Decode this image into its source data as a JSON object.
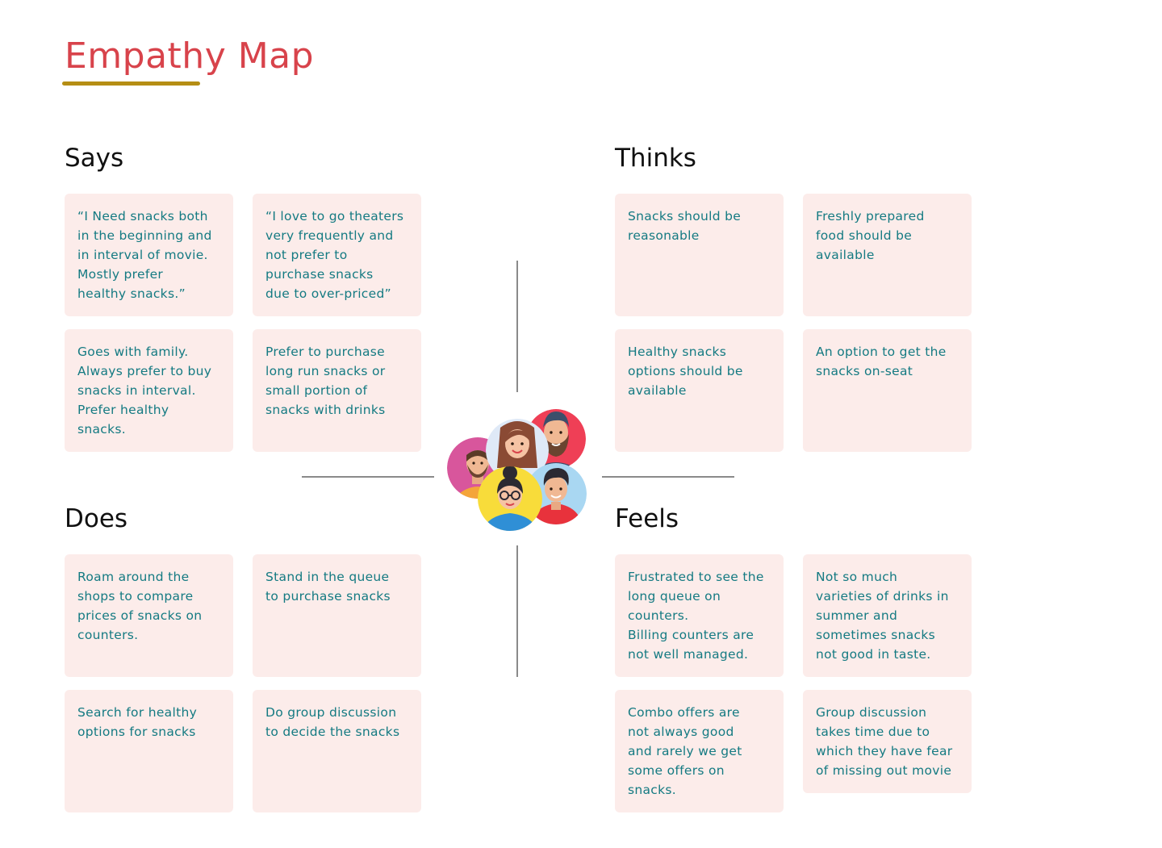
{
  "title": "Empathy Map",
  "colors": {
    "title": "#d8434b",
    "underline": "#b58e14",
    "card_bg": "#fcecea",
    "card_text": "#147a82",
    "divider": "#8a8a8a"
  },
  "center_icon": "group-of-people-avatars-icon",
  "quadrants": {
    "says": {
      "heading": "Says",
      "cards": [
        "“I Need snacks both\nin the beginning and\nin interval of movie.\nMostly prefer\nhealthy snacks.”",
        "“I love to go theaters\nvery frequently and\nnot prefer to\npurchase snacks\ndue to over-priced”",
        "Goes with family.\nAlways prefer to buy\nsnacks in interval.\nPrefer healthy\nsnacks.",
        "Prefer to purchase\nlong run snacks or\nsmall portion of\nsnacks with drinks"
      ]
    },
    "thinks": {
      "heading": "Thinks",
      "cards": [
        "Snacks should be\nreasonable",
        "Freshly prepared\nfood should be\navailable",
        "Healthy snacks\noptions should be\navailable",
        "An option to get the\nsnacks on-seat"
      ]
    },
    "does": {
      "heading": "Does",
      "cards": [
        "Roam around the\nshops to compare\nprices of snacks on\ncounters.",
        "Stand in the queue\nto purchase snacks",
        "Search for healthy\noptions for snacks",
        "Do group discussion\nto decide the snacks"
      ]
    },
    "feels": {
      "heading": "Feels",
      "cards": [
        "Frustrated to see the\nlong queue on\ncounters.\nBilling counters are\nnot well managed.",
        "Not so much\nvarieties of drinks in\nsummer and\nsometimes snacks\nnot good in taste.",
        "Combo offers are\nnot always good\nand rarely we get\nsome offers on\nsnacks.",
        "Group discussion\ntakes time due to\nwhich they have fear\nof missing out movie"
      ]
    }
  }
}
